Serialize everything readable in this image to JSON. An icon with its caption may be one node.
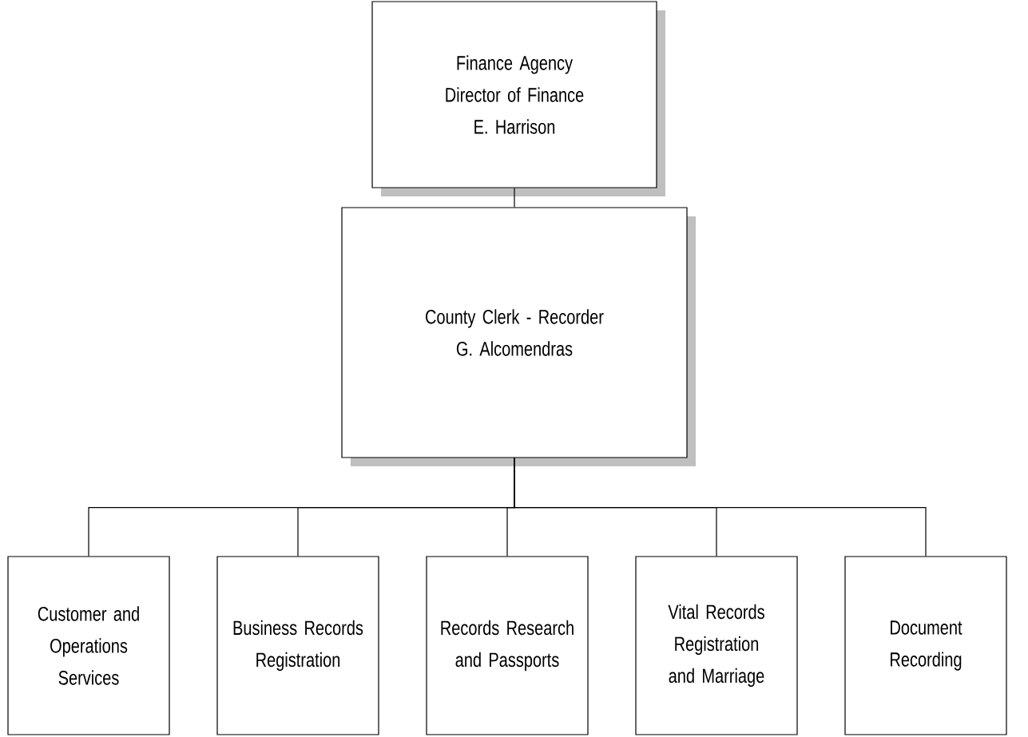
{
  "diagram": {
    "nodes": [
      {
        "text": [
          "Finance Agency",
          "Director of Finance",
          "E. Harrison"
        ]
      },
      {
        "text": [
          "County Clerk - Recorder",
          "G. Alcomendras"
        ]
      },
      {
        "text": [
          "Customer and Operations Services"
        ]
      },
      {
        "text": [
          "Business Records Registration"
        ]
      },
      {
        "text": [
          "Records Research and Passports"
        ]
      },
      {
        "text": [
          "Vital Records Registration and Marriage"
        ]
      },
      {
        "text": [
          "Document Recording"
        ]
      }
    ],
    "edges": [
      {
        "from": 0,
        "to": 1,
        "arrow": "none"
      },
      {
        "from": 1,
        "to": 2,
        "arrow": "none"
      },
      {
        "from": 1,
        "to": 3,
        "arrow": "none"
      },
      {
        "from": 1,
        "to": 4,
        "arrow": "none"
      },
      {
        "from": 1,
        "to": 5,
        "arrow": "none"
      },
      {
        "from": 1,
        "to": 6,
        "arrow": "none"
      }
    ]
  }
}
